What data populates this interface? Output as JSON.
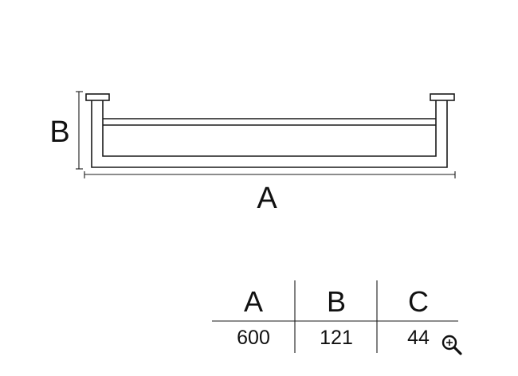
{
  "drawing": {
    "dimension_labels": {
      "width": "A",
      "height": "B"
    }
  },
  "table": {
    "headers": [
      "A",
      "B",
      "C"
    ],
    "values": [
      "600",
      "121",
      "44"
    ]
  },
  "icons": {
    "zoom": "zoom-in-icon"
  }
}
